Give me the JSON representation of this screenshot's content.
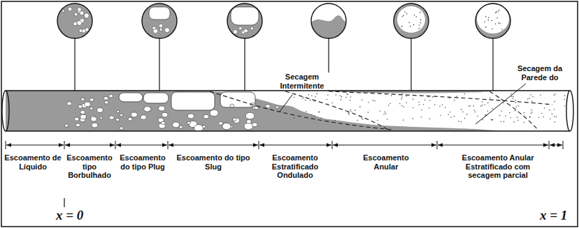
{
  "diagram": {
    "labels": [
      "Secagem Intermitente",
      "Secagem da Parede do",
      "Escoamento de Líquido",
      "Escoamento tipo Borbulhado",
      "Escoamento do tipo Plug",
      "Escoamento do tipo Slug",
      "Escoamento Estratificado Ondulado",
      "Escoamento Anular",
      "Escoamento Anular Estratificado com secagem parcial",
      "x = 0",
      "x = 1"
    ]
  }
}
